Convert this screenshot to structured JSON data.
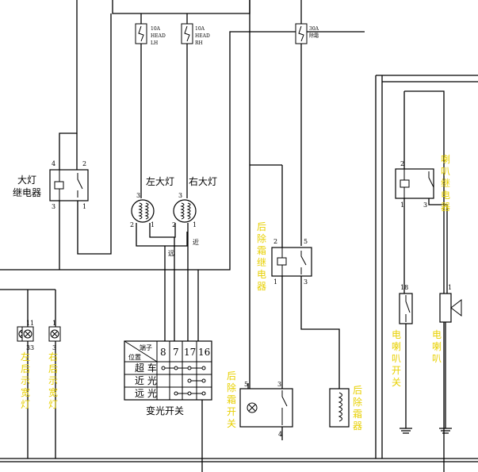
{
  "fuses": [
    {
      "rating": "10A",
      "line2": "HEAD",
      "line3": "LH"
    },
    {
      "rating": "10A",
      "line2": "HEAD",
      "line3": "RH"
    },
    {
      "rating": "30A",
      "line2": "除霜"
    }
  ],
  "relays": {
    "headlamp": {
      "label_1": "大灯",
      "label_2": "继电器",
      "pins": [
        "4",
        "2",
        "3",
        "1"
      ]
    },
    "defrost": {
      "label": "后除霜继电器",
      "pins": [
        "2",
        "5",
        "1",
        "3"
      ]
    },
    "horn": {
      "label": "喇叭继电器",
      "pins": [
        "2",
        "1",
        "3"
      ]
    }
  },
  "lamps": {
    "left": {
      "label": "左大灯",
      "pins": [
        "3",
        "2",
        "1"
      ]
    },
    "right": {
      "label": "右大灯",
      "pins": [
        "3",
        "2",
        "1"
      ]
    }
  },
  "wire_labels": {
    "far": "远",
    "near": "近"
  },
  "side_lamps": [
    {
      "pin_top": "1",
      "pin_bottom": "3"
    },
    {
      "pin_top": "1",
      "pin_bottom": "3",
      "label": "左后示宽灯"
    },
    {
      "pin_top": "1",
      "pin_bottom": "3",
      "label": "右后示宽灯"
    }
  ],
  "switch_table": {
    "header_terminal": "端子",
    "header_position": "位置",
    "columns": [
      "8",
      "7",
      "17",
      "16"
    ],
    "rows": [
      "超 车",
      "近 光",
      "远 光"
    ],
    "caption": "变光开关"
  },
  "defrost_switch": {
    "label": "后除霜开关",
    "pins": [
      "5",
      "3",
      "4"
    ]
  },
  "defrost_element": {
    "label": "后除霜器"
  },
  "horn_switch": {
    "label": "电喇叭开关",
    "pin": "18"
  },
  "horn": {
    "label": "电喇叭",
    "pin": "1"
  }
}
